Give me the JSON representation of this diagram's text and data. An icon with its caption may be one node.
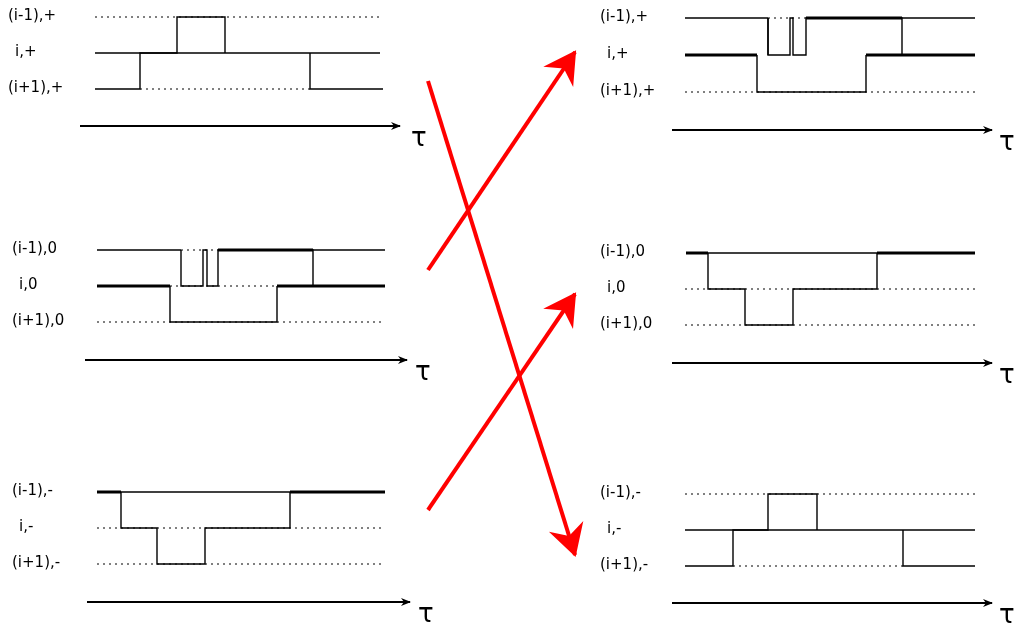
{
  "diagram": {
    "nodes": [
      {
        "text": [
          "(i-1),+",
          "i,+",
          "(i+1),+",
          "τ"
        ]
      },
      {
        "text": [
          "(i-1),+",
          "i,+",
          "(i+1),+",
          "τ"
        ]
      },
      {
        "text": [
          "(i-1),0",
          "i,0",
          "(i+1),0",
          "τ"
        ]
      },
      {
        "text": [
          "(i-1),0",
          "i,0",
          "(i+1),0",
          "τ"
        ]
      },
      {
        "text": [
          "(i-1),-",
          "i,-",
          "(i+1),-",
          "τ"
        ]
      },
      {
        "text": [
          "(i-1),-",
          "i,-",
          "(i+1),-",
          "τ"
        ]
      }
    ],
    "edges": [
      {
        "from": 0,
        "to": 5,
        "arrow": "to",
        "color": "#ff0000"
      },
      {
        "from": 2,
        "to": 1,
        "arrow": "to",
        "color": "#ff0000"
      },
      {
        "from": 4,
        "to": 3,
        "arrow": "to",
        "color": "#ff0000"
      }
    ]
  }
}
